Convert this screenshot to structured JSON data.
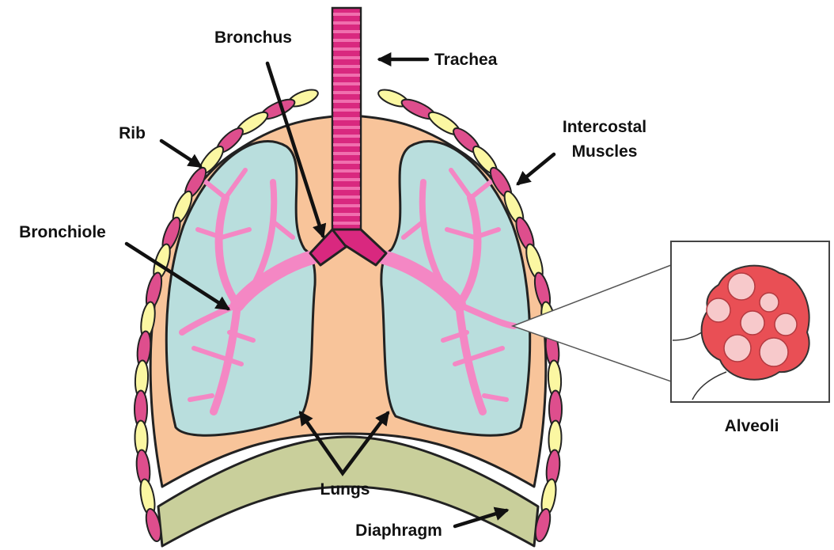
{
  "labels": {
    "trachea": "Trachea",
    "bronchus": "Bronchus",
    "rib": "Rib",
    "intercostal_line1": "Intercostal",
    "intercostal_line2": "Muscles",
    "bronchiole": "Bronchiole",
    "alveoli": "Alveoli",
    "lungs": "Lungs",
    "diaphragm": "Diaphragm"
  },
  "colors": {
    "lung_fill": "#b9dedd",
    "tree_fill": "#f487c4",
    "trachea_fill": "#d9287f",
    "cavity_fill": "#f8c49a",
    "diaphragm_fill": "#c9cf9b",
    "rib_fill": "#fbf7a2",
    "muscle_fill": "#de4e8d",
    "alveoli_outer": "#e94f55",
    "alveoli_inner": "#f7c9cb"
  },
  "icons": {
    "lungs": "lung-icon",
    "trachea": "trachea-icon",
    "alveoli": "alveoli-cluster-icon"
  }
}
